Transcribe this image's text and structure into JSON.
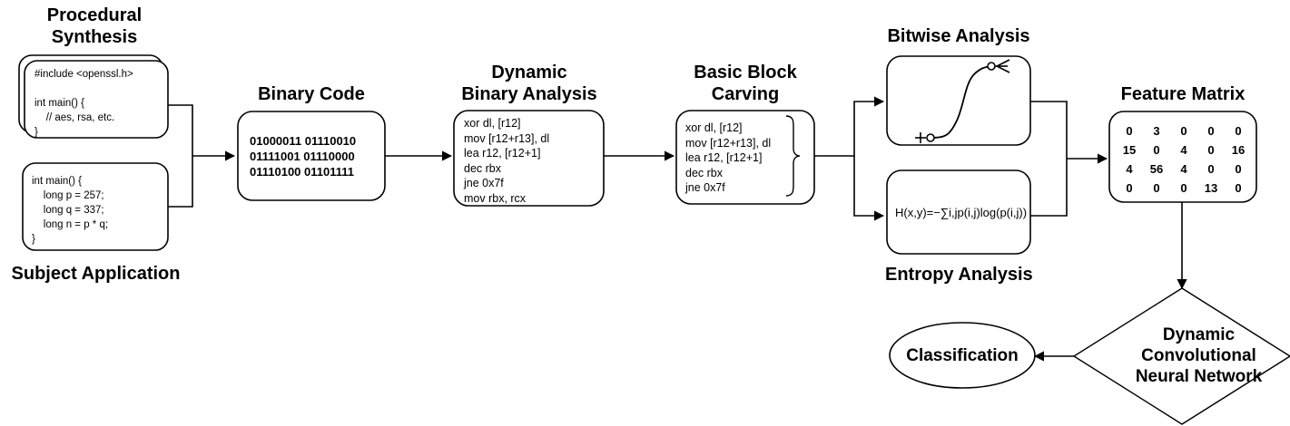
{
  "diagram": {
    "title": "Dynamic Convolutional Neural Network binary analysis pipeline",
    "stroke_color": "#000000",
    "background_color": "#ffffff"
  },
  "labels": {
    "procedural_synthesis": "Procedural\nSynthesis",
    "subject_application": "Subject Application",
    "binary_code": "Binary Code",
    "dynamic_binary_analysis": "Dynamic\nBinary Analysis",
    "basic_block_carving": "Basic Block\nCarving",
    "bitwise_analysis": "Bitwise Analysis",
    "entropy_analysis": "Entropy Analysis",
    "feature_matrix": "Feature Matrix"
  },
  "procedural_synthesis_code": "#include <openssl.h>\n\nint main() {\n    // aes, rsa, etc.\n}",
  "subject_application_code": "int main() {\n    long p = 257;\n    long q = 337;\n    long n = p * q;\n}",
  "binary_code_lines": [
    "01000011 01110010",
    "01111001 01110000",
    "01110100 01101111"
  ],
  "dynamic_binary_analysis_lines": [
    "xor dl, [r12]",
    "mov [r12+r13], dl",
    "lea r12, [r12+1]",
    "dec rbx",
    "jne 0x7f",
    "mov rbx, rcx"
  ],
  "basic_block_carving_lines": [
    "xor dl, [r12]",
    "mov [r12+r13], dl",
    "lea r12, [r12+1]",
    "dec rbx",
    "jne 0x7f"
  ],
  "entropy_formula": "H(x,y)=−∑i,jp(i,j)log(p(i,j))",
  "feature_matrix": {
    "rows": [
      [
        "0",
        "3",
        "0",
        "0",
        "0"
      ],
      [
        "15",
        "0",
        "4",
        "0",
        "16"
      ],
      [
        "4",
        "56",
        "4",
        "0",
        "0"
      ],
      [
        "0",
        "0",
        "0",
        "13",
        "0"
      ]
    ]
  },
  "nodes": {
    "cnn": "Dynamic\nConvolutional\nNeural Network",
    "classification": "Classification"
  },
  "bitwise_plot": {
    "curve_type": "sigmoid",
    "start_marker": "plus-circle-marker",
    "end_marker": "circle-arrow-marker"
  }
}
